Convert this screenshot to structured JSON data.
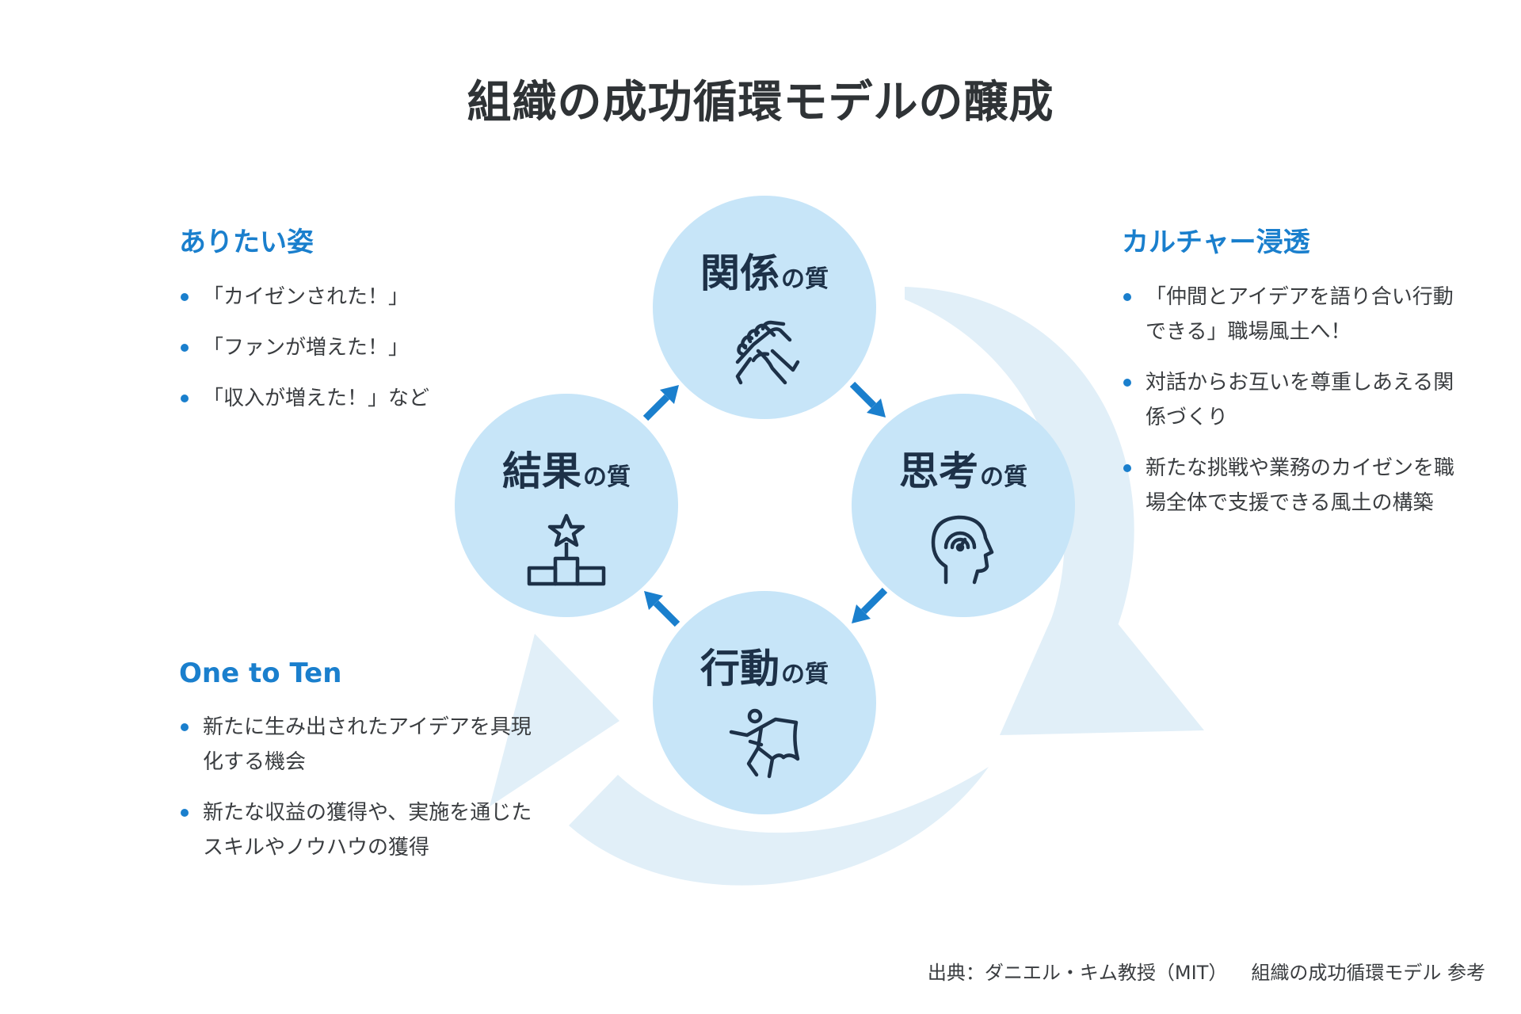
{
  "title": "組織の成功循環モデルの醸成",
  "nodes": [
    {
      "main": "関係",
      "sub": "の質",
      "icon": "handshake-icon"
    },
    {
      "main": "思考",
      "sub": "の質",
      "icon": "head-gauge-icon"
    },
    {
      "main": "行動",
      "sub": "の質",
      "icon": "hero-icon"
    },
    {
      "main": "結果",
      "sub": "の質",
      "icon": "podium-star-icon"
    }
  ],
  "left_top": {
    "heading": "ありたい姿",
    "items": [
      "「カイゼンされた！」",
      "「ファンが増えた！」",
      "「収入が増えた！」など"
    ]
  },
  "left_bottom": {
    "heading": "One to Ten",
    "items": [
      "新たに生み出されたアイデアを具現化する機会",
      "新たな収益の獲得や、実施を通じたスキルやノウハウの獲得"
    ]
  },
  "right": {
    "heading": "カルチャー浸透",
    "items": [
      "「仲間とアイデアを語り合い行動できる」職場風土へ！",
      "対話からお互いを尊重しあえる関係づくり",
      "新たな挑戦や業務のカイゼンを職場全体で支援できる風土の構築"
    ]
  },
  "source": {
    "label": "出典：ダニエル・キム教授（MIT）",
    "note": "組織の成功循環モデル 参考"
  },
  "colors": {
    "accent": "#1a7fcd",
    "circle": "#c7e5f8",
    "big_arrow": "#e1eff8",
    "icon": "#1d3148"
  }
}
